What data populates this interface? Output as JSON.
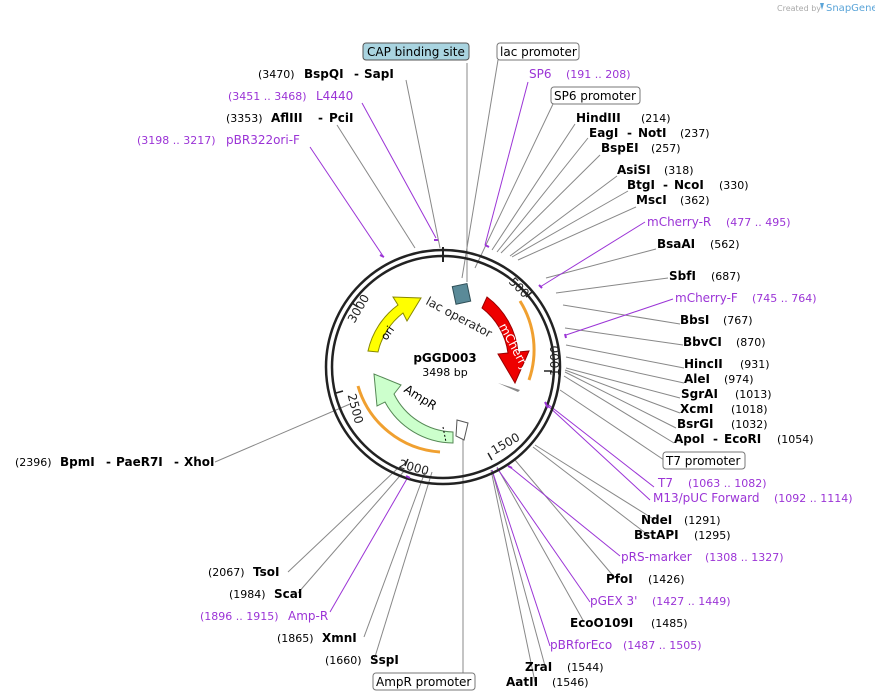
{
  "credit": "Created by",
  "brand": "SnapGene",
  "plasmid": {
    "name": "pGGD003",
    "size": "3498 bp"
  },
  "ticks": [
    "500",
    "1000",
    "1500",
    "2000",
    "2500",
    "3000"
  ],
  "features": {
    "ori": "ori",
    "mcherry": "mCherry",
    "ampr": "AmpR",
    "lac_operator": "lac operator"
  },
  "boxed": {
    "cap": "CAP binding site",
    "lac_promoter": "lac promoter",
    "sp6_promoter": "SP6 promoter",
    "t7_promoter": "T7 promoter",
    "ampr_promoter": "AmpR promoter"
  },
  "enzymes": {
    "bspqi": "BspQI",
    "sapi": "SapI",
    "bspqi_pos": "(3470)",
    "afliii": "AflIII",
    "pcii": "PciI",
    "afliii_pos": "(3353)",
    "hindiii": "HindIII",
    "hindiii_pos": "(214)",
    "eagi": "EagI",
    "noti": "NotI",
    "eagi_pos": "(237)",
    "bspei": "BspEI",
    "bspei_pos": "(257)",
    "asisi": "AsiSI",
    "asisi_pos": "(318)",
    "btgi": "BtgI",
    "ncoi": "NcoI",
    "btgi_pos": "(330)",
    "msci": "MscI",
    "msci_pos": "(362)",
    "bsaai": "BsaAI",
    "bsaai_pos": "(562)",
    "sbfi": "SbfI",
    "sbfi_pos": "(687)",
    "bbsi": "BbsI",
    "bbsi_pos": "(767)",
    "bbvci": "BbvCI",
    "bbvci_pos": "(870)",
    "hincii": "HincII",
    "hincii_pos": "(931)",
    "alei": "AleI",
    "alei_pos": "(974)",
    "sgrai": "SgrAI",
    "sgrai_pos": "(1013)",
    "xcmi": "XcmI",
    "xcmi_pos": "(1018)",
    "bsrgi": "BsrGI",
    "bsrgi_pos": "(1032)",
    "apoi": "ApoI",
    "ecori": "EcoRI",
    "apoi_pos": "(1054)",
    "ndei": "NdeI",
    "ndei_pos": "(1291)",
    "bstapi": "BstAPI",
    "bstapi_pos": "(1295)",
    "pfoi": "PfoI",
    "pfoi_pos": "(1426)",
    "ecoo109i": "EcoO109I",
    "ecoo109i_pos": "(1485)",
    "zrai": "ZraI",
    "zrai_pos": "(1544)",
    "aatii": "AatII",
    "aatii_pos": "(1546)",
    "sspi": "SspI",
    "sspi_pos": "(1660)",
    "xmni": "XmnI",
    "xmni_pos": "(1865)",
    "scai": "ScaI",
    "scai_pos": "(1984)",
    "tsoi": "TsoI",
    "tsoi_pos": "(2067)",
    "bpmi": "BpmI",
    "paer7i": "PaeR7I",
    "xhoi": "XhoI",
    "bpmi_pos": "(2396)"
  },
  "primers": {
    "sp6": "SP6",
    "sp6_pos": "(191 .. 208)",
    "l4440": "L4440",
    "l4440_pos": "(3451 .. 3468)",
    "pbr322": "pBR322ori-F",
    "pbr322_pos": "(3198 .. 3217)",
    "mcherry_r": "mCherry-R",
    "mcherry_r_pos": "(477 .. 495)",
    "mcherry_f": "mCherry-F",
    "mcherry_f_pos": "(745 .. 764)",
    "t7": "T7",
    "t7_pos": "(1063 .. 1082)",
    "m13": "M13/pUC Forward",
    "m13_pos": "(1092 .. 1114)",
    "rs_marker": "pRS-marker",
    "rs_marker_pos": "(1308 .. 1327)",
    "pgex": "pGEX 3'",
    "pgex_pos": "(1427 .. 1449)",
    "pbrforeco": "pBRforEco",
    "pbrforeco_pos": "(1487 .. 1505)",
    "ampr": "Amp-R",
    "ampr_pos": "(1896 .. 1915)"
  },
  "dash": "-",
  "colors": {
    "primer": "#9b34d6",
    "mcherry": "#ee0000",
    "ori": "#ffff00",
    "ampr": "#ccffcc",
    "box_highlight": "#a9d4e0",
    "orange_arc": "#f0a030",
    "snapgene": "#5aa4d8"
  }
}
